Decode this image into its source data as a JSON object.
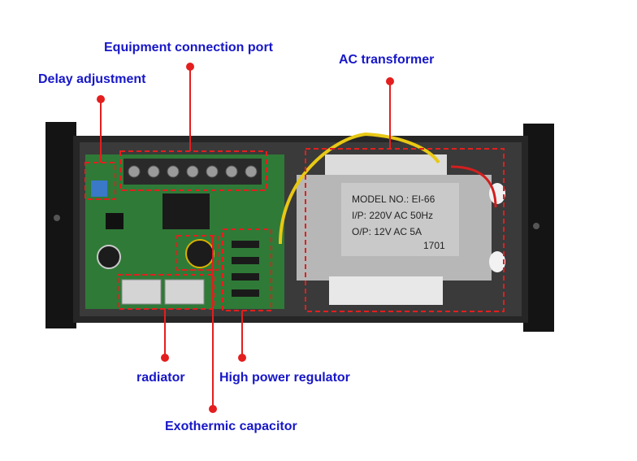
{
  "labels": {
    "equipment_port": "Equipment connection port",
    "ac_transformer": "AC transformer",
    "delay_adjustment": "Delay adjustment",
    "radiator": "radiator",
    "high_power_regulator": "High power regulator",
    "exothermic_capacitor": "Exothermic capacitor"
  },
  "transformer_plate": {
    "model": "MODEL NO.: EI-66",
    "input": "I/P: 220V AC 50Hz",
    "output": "O/P: 12V AC 5A",
    "code": "1701"
  },
  "colors": {
    "label_blue": "#1717c8",
    "marker_red": "#e41e1e",
    "pcb_green": "#2f7a37",
    "enclosure_black": "#1b1b1b"
  }
}
